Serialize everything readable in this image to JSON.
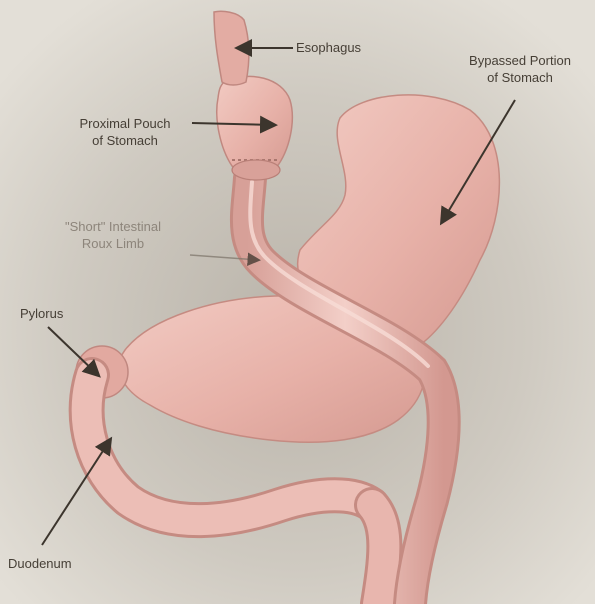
{
  "labels": {
    "esophagus": "Esophagus",
    "bypassed_line1": "Bypassed Portion",
    "bypassed_line2": "of Stomach",
    "pouch_line1": "Proximal Pouch",
    "pouch_line2": "of Stomach",
    "roux_line1": "\"Short\" Intestinal",
    "roux_line2": "Roux Limb",
    "pylorus": "Pylorus",
    "duodenum": "Duodenum"
  },
  "colors": {
    "background": "#d9d5cc",
    "tissue": "#e9b5ad",
    "tissue_shadow": "#c98f86",
    "tissue_highlight": "#f6d6cf",
    "label_text": "#463f36",
    "arrow": "#3c352d"
  }
}
